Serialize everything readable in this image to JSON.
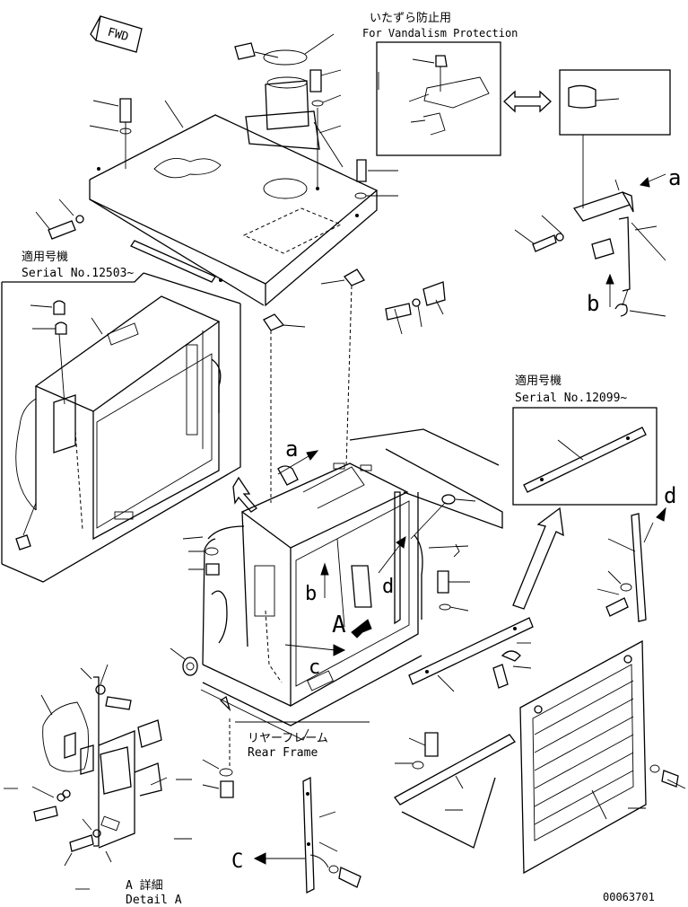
{
  "labels": {
    "fwd": "FWD",
    "vandalism_jp": "いたずら防止用",
    "vandalism_en": "For Vandalism Protection",
    "serial_jp_1": "適用号機",
    "serial_en_1": "Serial No.12503~",
    "serial_jp_2": "適用号機",
    "serial_en_2": "Serial No.12099~",
    "rear_frame_jp": "リヤーフレーム",
    "rear_frame_en": "Rear Frame",
    "detail_jp": "A 詳細",
    "detail_en": "Detail A",
    "drawing_number": "00063701"
  },
  "callouts": {
    "a1": "a",
    "a2": "a",
    "b1": "b",
    "b2": "b",
    "c1": "c",
    "c2": "C",
    "d1": "d",
    "d2": "d",
    "A": "A"
  }
}
